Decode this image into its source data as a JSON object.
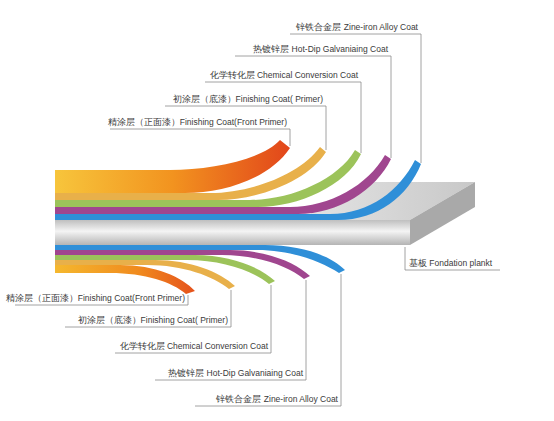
{
  "diagram": {
    "labels": [
      "锌铁合金层 Zine-iron Alloy Coat",
      "热镀锌层 Hot-Dip Galvaniaing Coat",
      "化学转化层 Chemical Conversion Coat",
      "初涂层（底漆）Finishing Coat( Primer)",
      "精涂层（正面漆）Finishing Coat(Front Primer)",
      "基板 Fondation plankt",
      "精涂层（正面漆）Finishing Coat(Front Primer)",
      "初涂层（底漆）Finishing Coat( Primer)",
      "化学转化层 Chemical Conversion Coat",
      "热镀锌层 Hot-Dip Galvaniaing Coat",
      "锌铁合金层 Zine-iron Alloy Coat"
    ]
  }
}
